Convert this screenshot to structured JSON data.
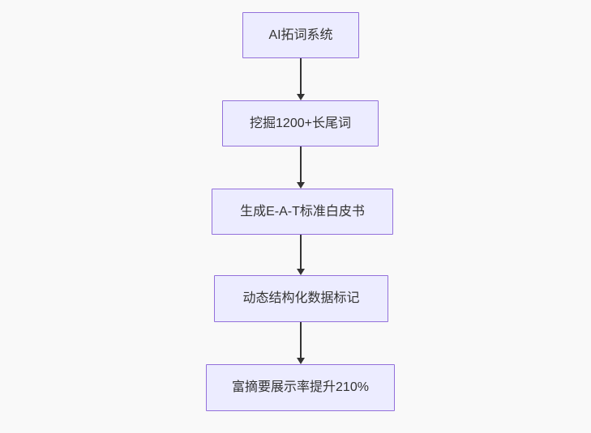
{
  "diagram": {
    "type": "flowchart",
    "direction": "top-down",
    "nodes": [
      {
        "id": "step-1",
        "label": "AI拓词系统"
      },
      {
        "id": "step-2",
        "label": "挖掘1200+长尾词"
      },
      {
        "id": "step-3",
        "label": "生成E-A-T标准白皮书"
      },
      {
        "id": "step-4",
        "label": "动态结构化数据标记"
      },
      {
        "id": "step-5",
        "label": "富摘要展示率提升210%"
      }
    ],
    "edges": [
      {
        "from": "step-1",
        "to": "step-2"
      },
      {
        "from": "step-2",
        "to": "step-3"
      },
      {
        "from": "step-3",
        "to": "step-4"
      },
      {
        "from": "step-4",
        "to": "step-5"
      }
    ],
    "colors": {
      "background": "#f9f9f9",
      "node_fill": "#ECECFF",
      "node_border": "#9370DB",
      "arrow": "#333333",
      "text": "#333333"
    }
  }
}
